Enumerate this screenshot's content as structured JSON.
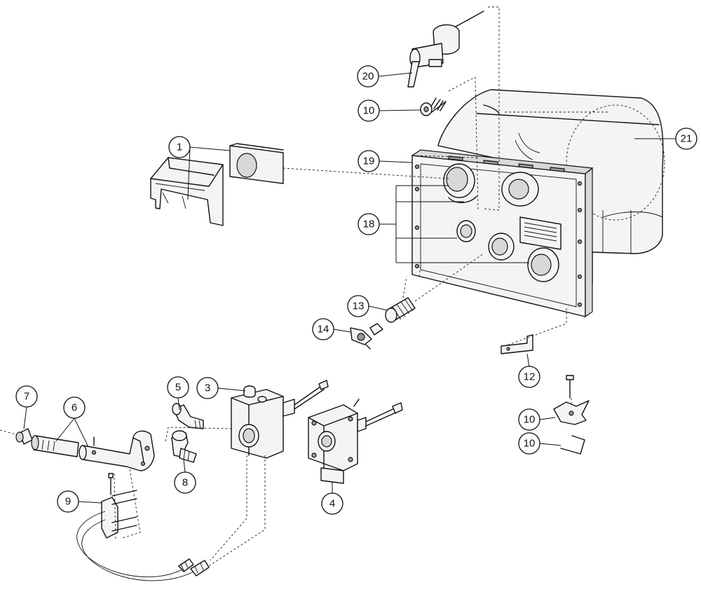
{
  "diagram": {
    "callouts": {
      "c1": "1",
      "c3": "3",
      "c4": "4",
      "c5": "5",
      "c6": "6",
      "c7": "7",
      "c8": "8",
      "c9": "9",
      "c10a": "10",
      "c10b": "10",
      "c10c": "10",
      "c12": "12",
      "c13": "13",
      "c14": "14",
      "c18": "18",
      "c19": "19",
      "c20": "20",
      "c21": "21"
    }
  },
  "colors": {
    "line": "#111111",
    "background": "#ffffff",
    "part_fill": "#f4f4f4",
    "shade": "#d8d8d8"
  }
}
